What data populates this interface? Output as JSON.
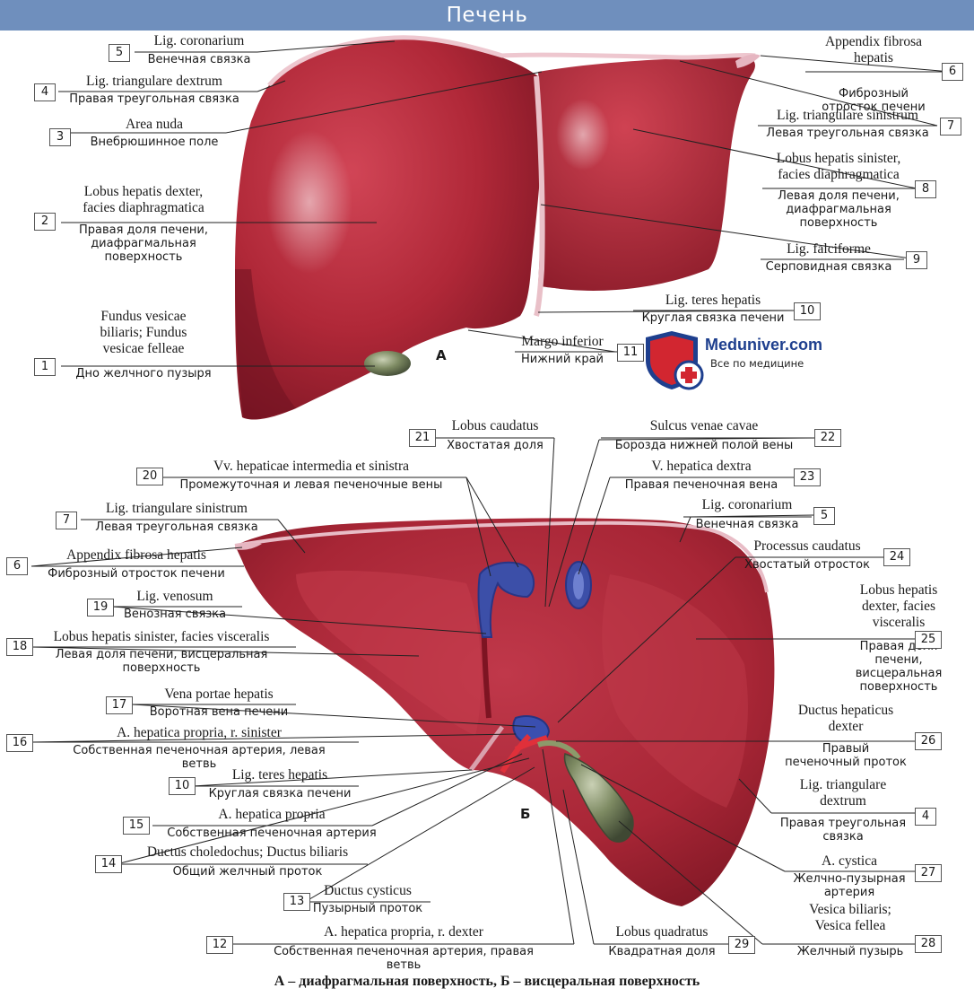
{
  "title": "Печень",
  "caption": "А – диафрагмальная поверхность, Б – висцеральная поверхность",
  "view_a": "А",
  "view_b": "Б",
  "brand": {
    "name": "Meduniver.com",
    "tagline": "Все по медицине"
  },
  "colors": {
    "header": "#6f8fbd",
    "liver": "#b32a3a",
    "liver_dark": "#8a1b2a",
    "ligament": "#e4b9c2",
    "vein": "#3c4fa8",
    "gallbladder": "#6e7e58"
  },
  "labels": [
    {
      "n": "5",
      "lat": "Lig. coronarium",
      "ru": "Венечная связка"
    },
    {
      "n": "4",
      "lat": "Lig. triangulare dextrum",
      "ru": "Правая треугольная связка"
    },
    {
      "n": "3",
      "lat": "Area nuda",
      "ru": "Внебрюшинное поле"
    },
    {
      "n": "2",
      "lat": "Lobus hepatis dexter,\nfacies diaphragmatica",
      "ru": "Правая доля печени,\nдиафрагмальная\nповерхность"
    },
    {
      "n": "1",
      "lat": "Fundus vesicae\nbiliaris; Fundus\nvesicae felleae",
      "ru": "Дно желчного пузыря"
    },
    {
      "n": "6",
      "lat": "Appendix fibrosa\nhepatis",
      "ru": "Фиброзный\nотросток печени"
    },
    {
      "n": "7",
      "lat": "Lig. triangulare sinistrum",
      "ru": "Левая треугольная связка"
    },
    {
      "n": "8",
      "lat": "Lobus hepatis sinister,\nfacies diaphragmatica",
      "ru": "Левая доля печени,\nдиафрагмальная\nповерхность"
    },
    {
      "n": "9",
      "lat": "Lig. falciforme",
      "ru": "Серповидная связка"
    },
    {
      "n": "10",
      "lat": "Lig. teres hepatis",
      "ru": "Круглая связка печени"
    },
    {
      "n": "11",
      "lat": "Margo inferior",
      "ru": "Нижний край"
    },
    {
      "n": "21",
      "lat": "Lobus caudatus",
      "ru": "Хвостатая доля"
    },
    {
      "n": "22",
      "lat": "Sulcus venae cavae",
      "ru": "Борозда нижней полой вены"
    },
    {
      "n": "20",
      "lat": "Vv. hepaticae intermedia et sinistra",
      "ru": "Промежуточная и левая печеночные вены"
    },
    {
      "n": "23",
      "lat": "V. hepatica dextra",
      "ru": "Правая печеночная вена"
    },
    {
      "n": "7",
      "lat": "Lig. triangulare sinistrum",
      "ru": "Левая треугольная связка"
    },
    {
      "n": "5",
      "lat": "Lig. coronarium",
      "ru": "Венечная связка"
    },
    {
      "n": "6",
      "lat": "Appendix fibrosa hepatis",
      "ru": "Фиброзный отросток печени"
    },
    {
      "n": "24",
      "lat": "Processus caudatus",
      "ru": "Хвостатый отросток"
    },
    {
      "n": "19",
      "lat": "Lig. venosum",
      "ru": "Венозная связка"
    },
    {
      "n": "25",
      "lat": "Lobus hepatis\ndexter, facies\nvisceralis",
      "ru": "Правая доля\nпечени,\nвисцеральная\nповерхность"
    },
    {
      "n": "18",
      "lat": "Lobus hepatis sinister, facies visceralis",
      "ru": "Левая доля печени, висцеральная\nповерхность"
    },
    {
      "n": "17",
      "lat": "Vena portae hepatis",
      "ru": "Воротная вена печени"
    },
    {
      "n": "26",
      "lat": "Ductus hepaticus\ndexter",
      "ru": "Правый\nпеченочный проток"
    },
    {
      "n": "16",
      "lat": "A. hepatica propria, r. sinister",
      "ru": "Собственная печеночная артерия, левая ветвь"
    },
    {
      "n": "10",
      "lat": "Lig. teres hepatis",
      "ru": "Круглая связка печени"
    },
    {
      "n": "4",
      "lat": "Lig. triangulare\ndextrum",
      "ru": "Правая треугольная\nсвязка"
    },
    {
      "n": "15",
      "lat": "A. hepatica propria",
      "ru": "Собственная печеночная артерия"
    },
    {
      "n": "14",
      "lat": "Ductus choledochus; Ductus biliaris",
      "ru": "Общий желчный проток"
    },
    {
      "n": "27",
      "lat": "A. cystica",
      "ru": "Желчно-пузырная\nартерия"
    },
    {
      "n": "13",
      "lat": "Ductus cysticus",
      "ru": "Пузырный проток"
    },
    {
      "n": "12",
      "lat": "A. hepatica propria, r. dexter",
      "ru": "Собственная печеночная артерия, правая ветвь"
    },
    {
      "n": "29",
      "lat": "Lobus quadratus",
      "ru": "Квадратная доля"
    },
    {
      "n": "28",
      "lat": "Vesica biliaris;\nVesica fellea",
      "ru": "Желчный пузырь"
    }
  ]
}
